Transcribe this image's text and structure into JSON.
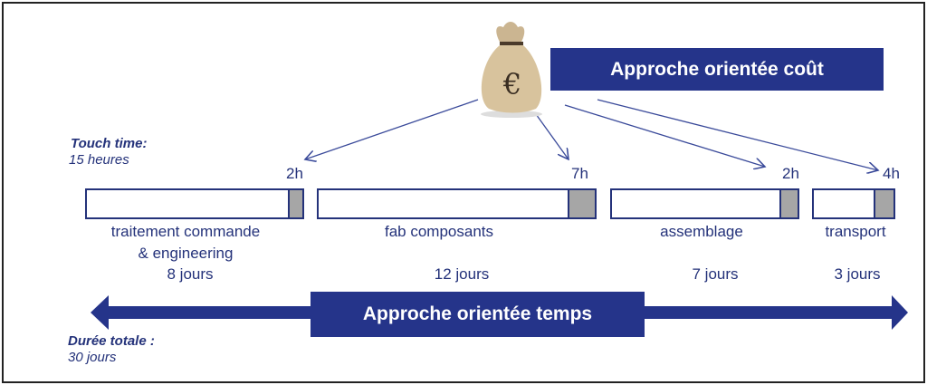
{
  "cost_approach": "Approche orientée coût",
  "time_approach": "Approche orientée temps",
  "touch_time": {
    "label": "Touch time:",
    "value": "15 heures"
  },
  "total_duration": {
    "label": "Durée totale :",
    "value": "30 jours"
  },
  "steps": [
    {
      "name": "traitement commande",
      "name2": "& engineering",
      "touch": "2h",
      "duration": "8 jours"
    },
    {
      "name": "fab composants",
      "touch": "7h",
      "duration": "12 jours"
    },
    {
      "name": "assemblage",
      "touch": "2h",
      "duration": "7 jours"
    },
    {
      "name": "transport",
      "touch": "4h",
      "duration": "3 jours"
    }
  ],
  "colors": {
    "navy": "#25348a",
    "gray": "#a6a6a6"
  }
}
